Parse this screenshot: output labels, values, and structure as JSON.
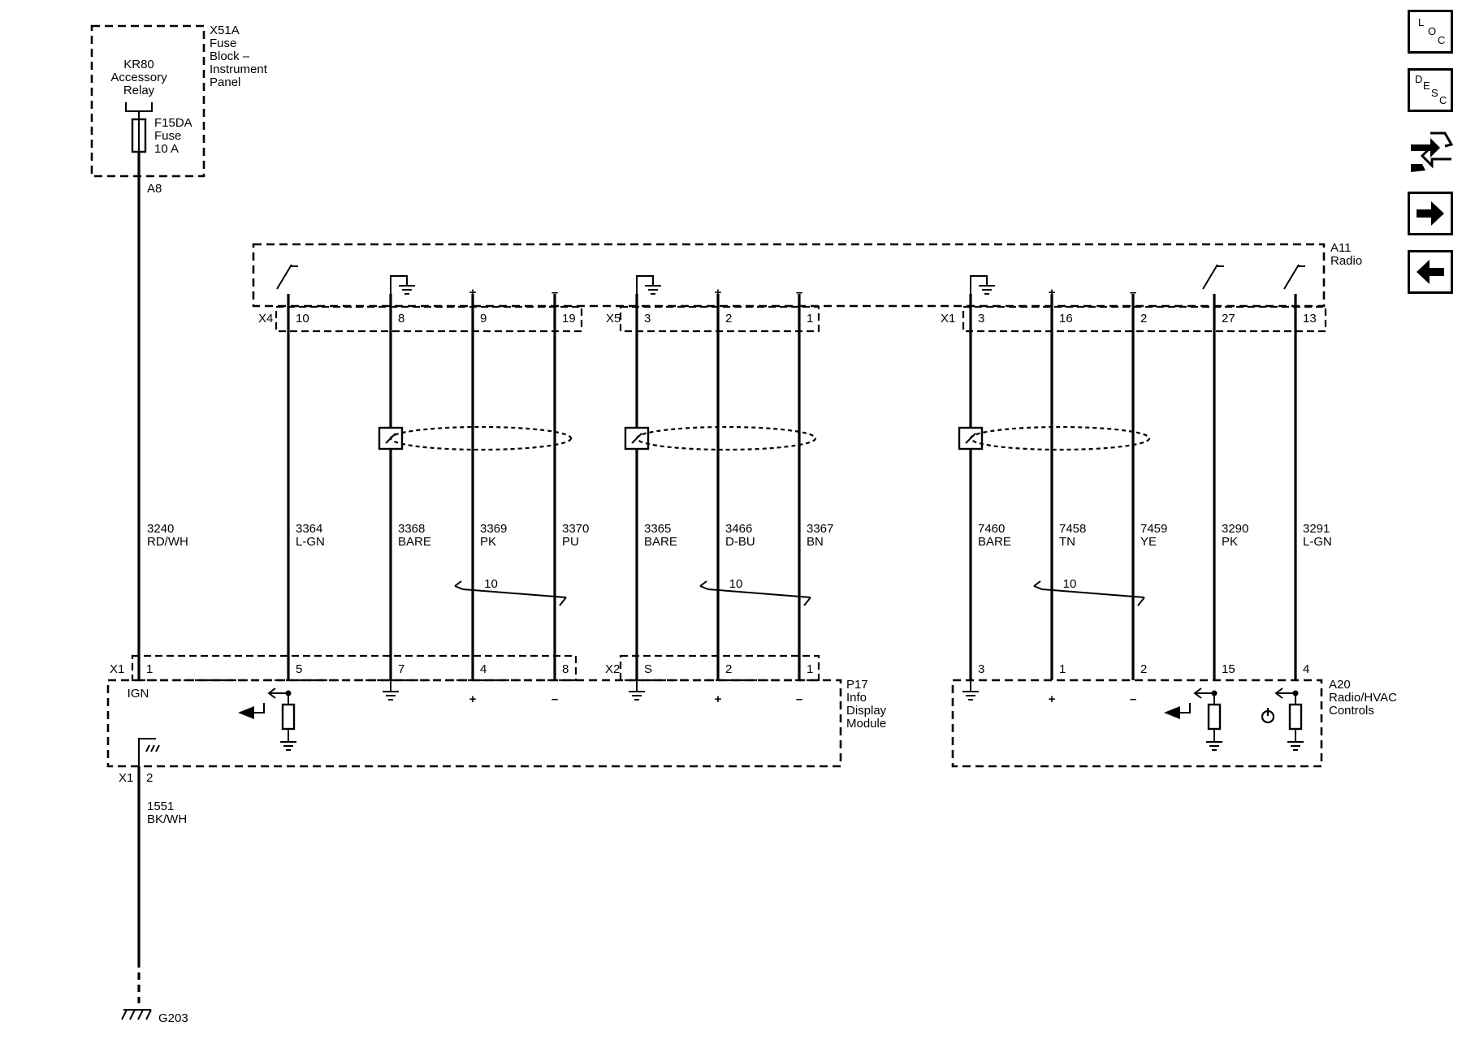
{
  "fuse_block": {
    "id": "X51A",
    "name_lines": [
      "Fuse",
      "Block –",
      "Instrument",
      "Panel"
    ],
    "relay_lines": [
      "KR80",
      "Accessory",
      "Relay"
    ],
    "fuse_lines": [
      "F15DA",
      "Fuse",
      "10 A"
    ],
    "terminal": "A8"
  },
  "radio": {
    "id": "A11",
    "name": "Radio"
  },
  "display": {
    "id": "P17",
    "name_lines": [
      "Info",
      "Display",
      "Module"
    ],
    "ign_label": "IGN"
  },
  "controls": {
    "id": "A20",
    "name_lines": [
      "Radio/HVAC",
      "Controls"
    ]
  },
  "ground": {
    "id": "G203"
  },
  "connectors": {
    "x4": "X4",
    "x5": "X5",
    "x1_radio": "X1",
    "x1_display": "X1",
    "x2_display": "X2",
    "x1_ground": "X1",
    "ground_pin": "2"
  },
  "feed_wire": {
    "circuit": "3240",
    "color": "RD/WH",
    "bottom_pin": "1"
  },
  "ground_wire": {
    "circuit": "1551",
    "color": "BK/WH"
  },
  "wires": [
    {
      "circuit": "3364",
      "color": "L-GN",
      "top_pin": "10",
      "bottom_pin": "5"
    },
    {
      "circuit": "3368",
      "color": "BARE",
      "top_pin": "8",
      "bottom_pin": "7"
    },
    {
      "circuit": "3369",
      "color": "PK",
      "top_pin": "9",
      "bottom_pin": "4"
    },
    {
      "circuit": "3370",
      "color": "PU",
      "top_pin": "19",
      "bottom_pin": "8"
    },
    {
      "circuit": "3365",
      "color": "BARE",
      "top_pin": "3",
      "bottom_pin": "S"
    },
    {
      "circuit": "3466",
      "color": "D-BU",
      "top_pin": "2",
      "bottom_pin": "2"
    },
    {
      "circuit": "3367",
      "color": "BN",
      "top_pin": "1",
      "bottom_pin": "1"
    },
    {
      "circuit": "7460",
      "color": "BARE",
      "top_pin": "3",
      "bottom_pin": "3"
    },
    {
      "circuit": "7458",
      "color": "TN",
      "top_pin": "16",
      "bottom_pin": "1"
    },
    {
      "circuit": "7459",
      "color": "YE",
      "top_pin": "2",
      "bottom_pin": "2"
    },
    {
      "circuit": "3290",
      "color": "PK",
      "top_pin": "27",
      "bottom_pin": "15"
    },
    {
      "circuit": "3291",
      "color": "L-GN",
      "top_pin": "13",
      "bottom_pin": "4"
    }
  ],
  "twist_label": "10",
  "polarity": {
    "plus": "+",
    "minus": "–"
  },
  "nav_buttons": {
    "loc": [
      "L",
      "O",
      "C"
    ],
    "desc": [
      "D",
      "E",
      "S",
      "C"
    ],
    "icons": [
      "connector-end-view-icon",
      "next-arrow-icon",
      "previous-arrow-icon"
    ]
  }
}
